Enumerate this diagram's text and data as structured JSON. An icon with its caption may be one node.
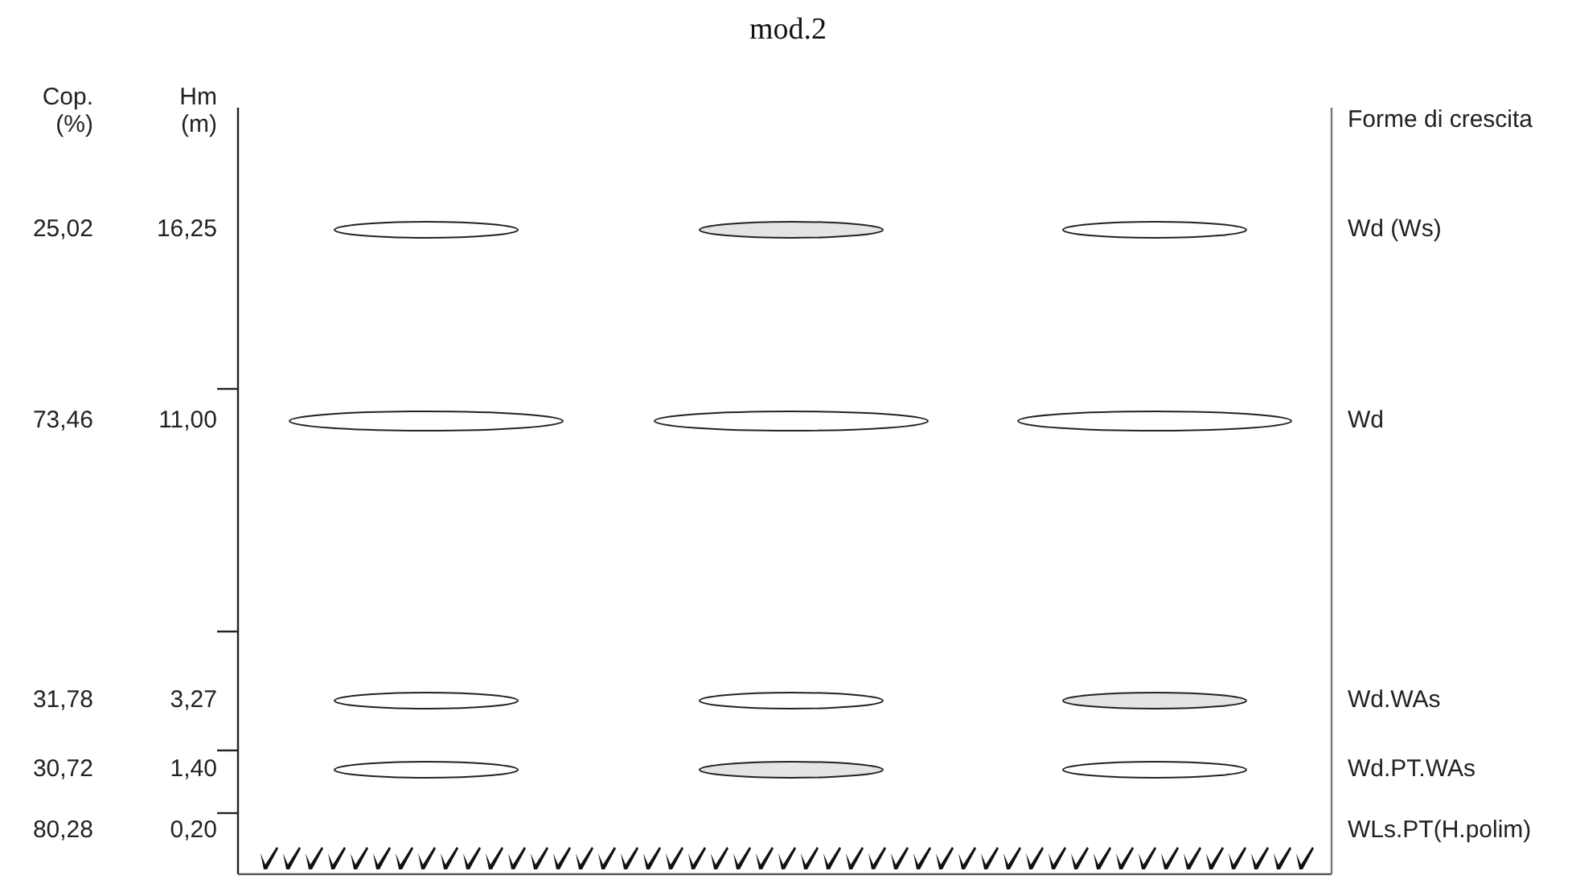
{
  "diagram": {
    "title": "mod.2",
    "labels": [
      "Cop. (%)",
      "Hm (m)",
      "Forme di crescita",
      "25,02",
      "16,25",
      "Wd (Ws)",
      "73,46",
      "11,00",
      "Wd",
      "31,78",
      "3,27",
      "Wd.WAs",
      "30,72",
      "1,40",
      "Wd.PT.WAs",
      "80,28",
      "0,20",
      "WLs.PT(H.polim)"
    ]
  }
}
